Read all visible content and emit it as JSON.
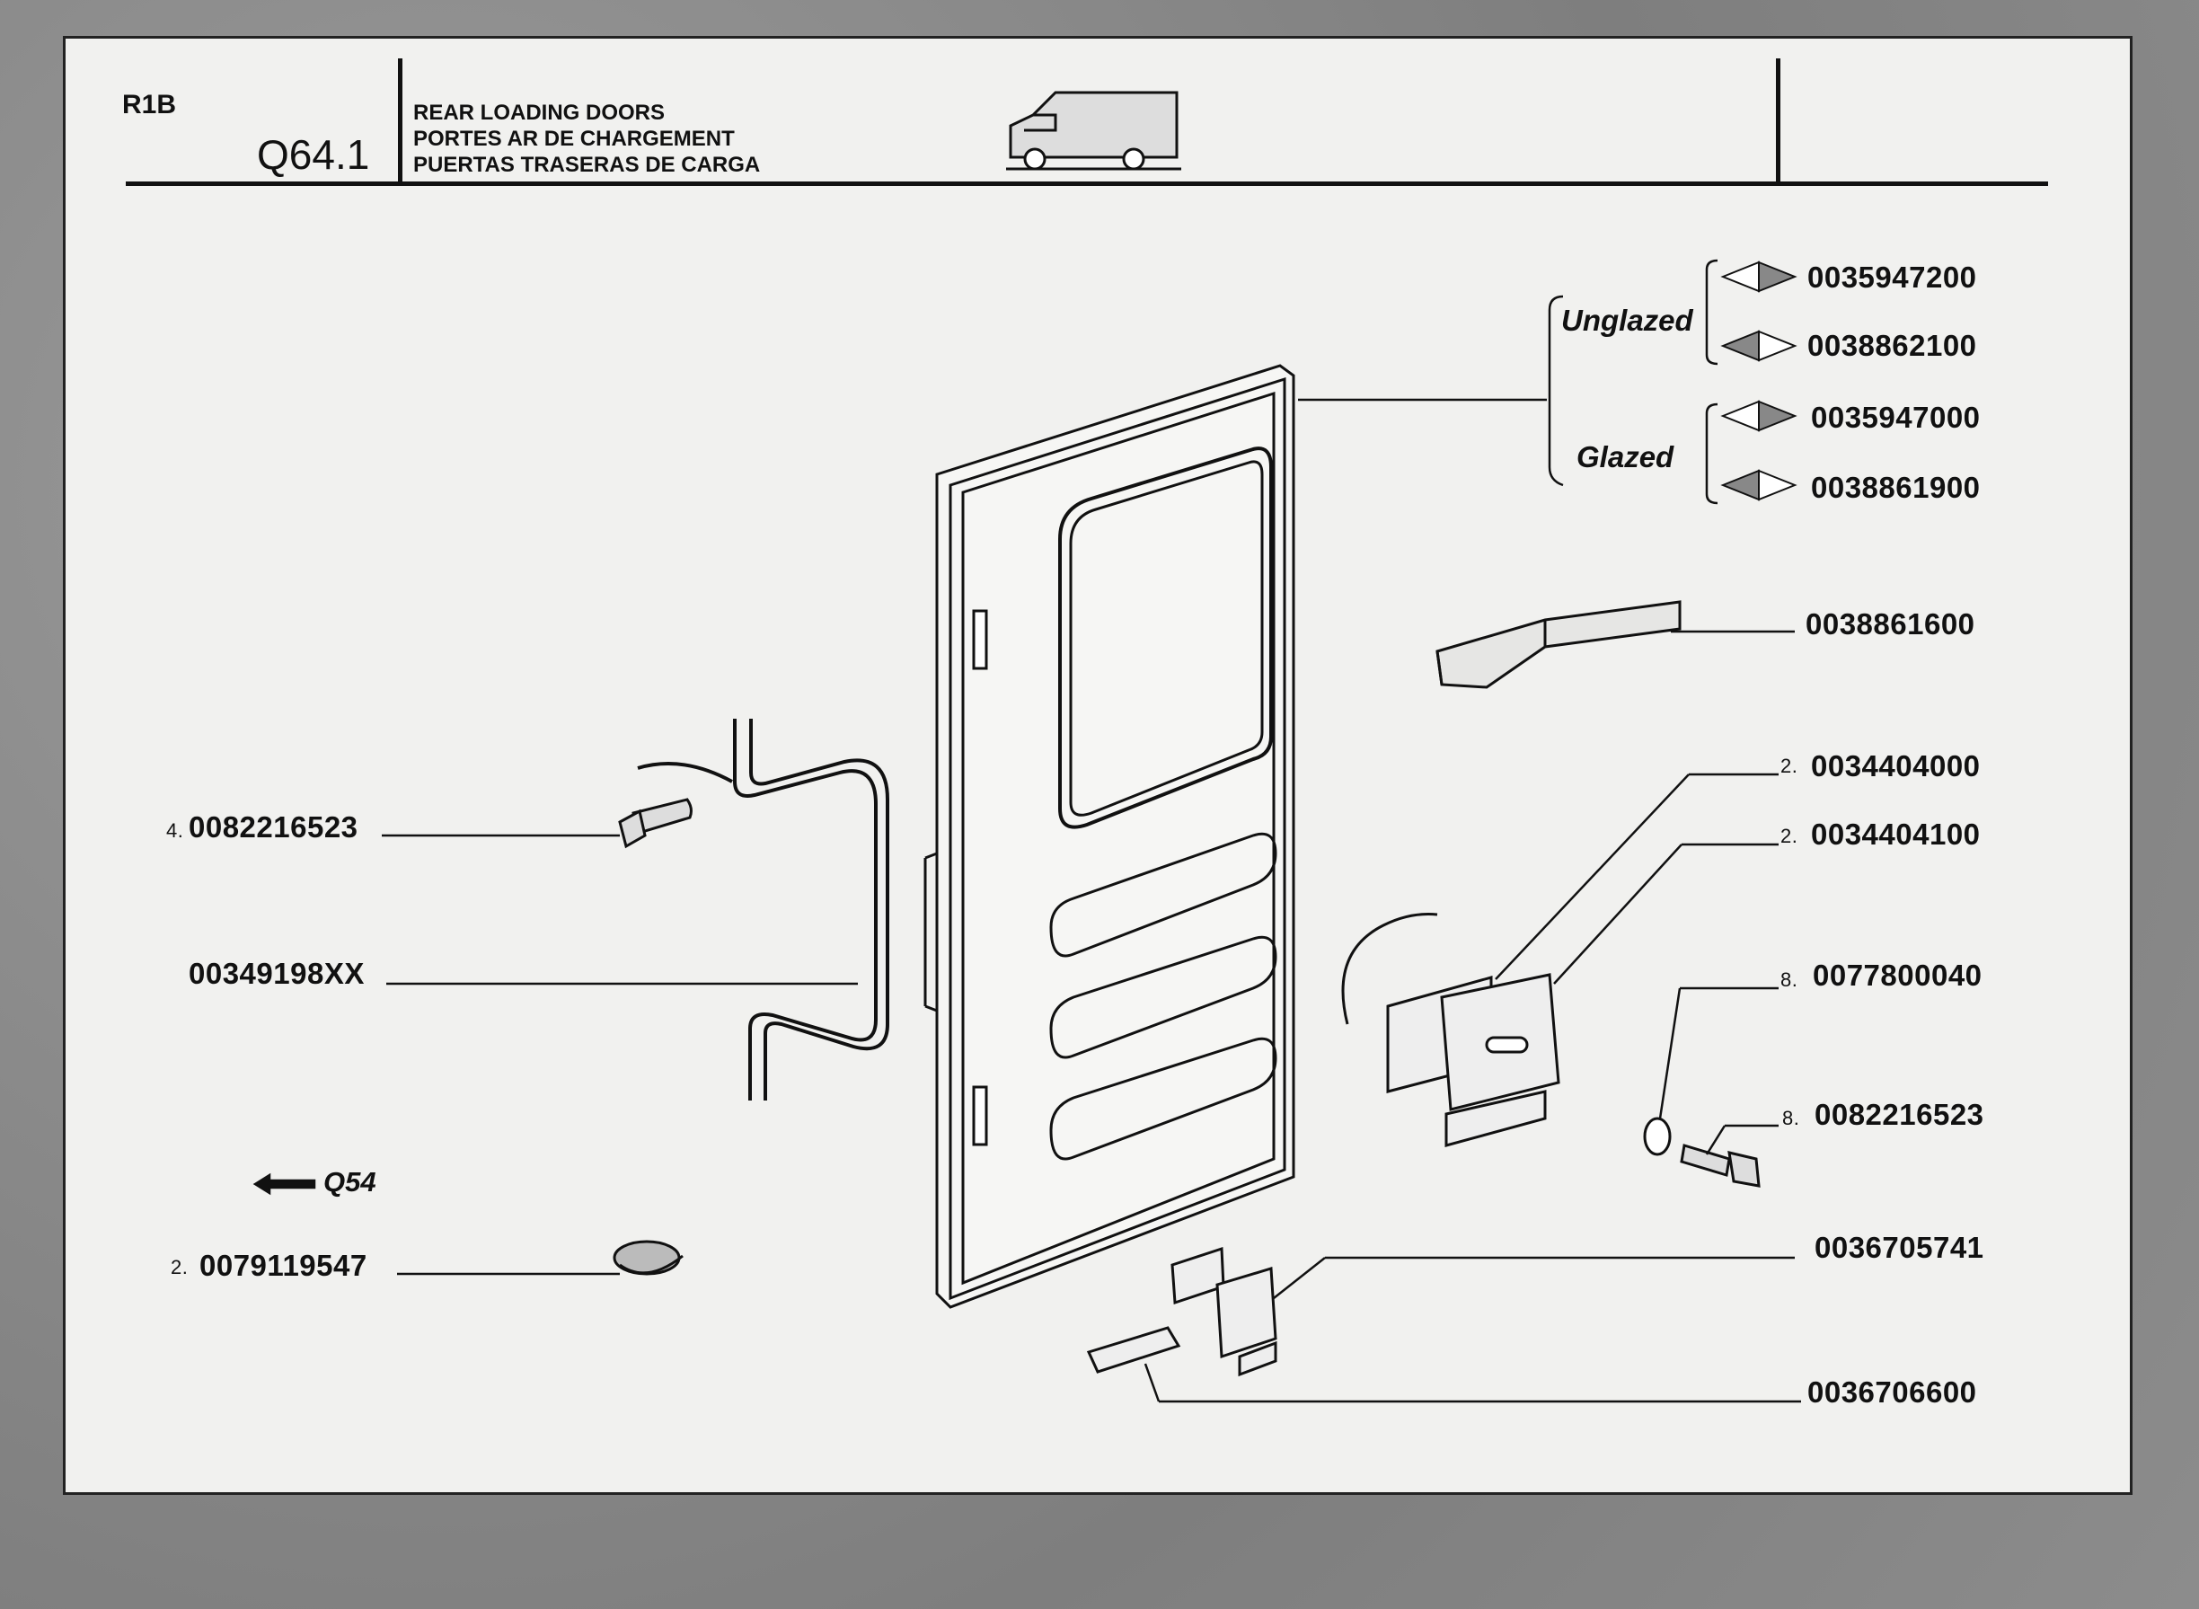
{
  "header": {
    "section": "R1B",
    "page_code": "Q64.1",
    "titles": [
      "REAR LOADING DOORS",
      "PORTES AR DE CHARGEMENT",
      "PUERTAS TRASERAS DE CARGA"
    ],
    "vehicle_icon": "van-icon"
  },
  "groups": {
    "unglazed": "Unglazed",
    "glazed": "Glazed"
  },
  "door_variants": [
    {
      "code": "0035947200",
      "icon": "right-door-triangle-icon"
    },
    {
      "code": "0038862100",
      "icon": "left-door-triangle-icon"
    },
    {
      "code": "0035947000",
      "icon": "right-door-triangle-icon"
    },
    {
      "code": "0038861900",
      "icon": "left-door-triangle-icon"
    }
  ],
  "parts_right": [
    {
      "qty": "",
      "code": "0038861600"
    },
    {
      "qty": "2.",
      "code": "0034404000"
    },
    {
      "qty": "2.",
      "code": "0034404100"
    },
    {
      "qty": "8.",
      "code": "0077800040"
    },
    {
      "qty": "8.",
      "code": "0082216523"
    },
    {
      "qty": "",
      "code": "0036705741"
    },
    {
      "qty": "",
      "code": "0036706600"
    }
  ],
  "parts_left": [
    {
      "qty": "4.",
      "code": "0082216523"
    },
    {
      "qty": "",
      "code": "00349198XX"
    },
    {
      "qty": "2.",
      "code": "0079119547"
    }
  ],
  "reference": {
    "arrow_icon": "left-arrow-icon",
    "label": "Q54"
  }
}
